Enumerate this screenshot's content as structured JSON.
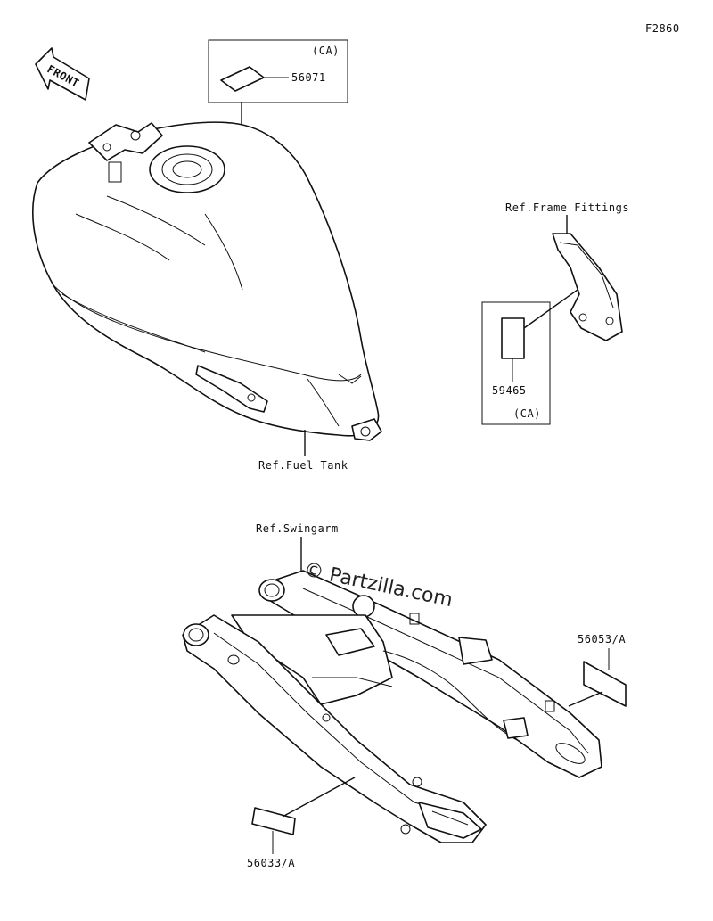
{
  "diagram": {
    "figure_id": "F2860",
    "front_label": "FRONT",
    "watermark": "© Partzilla.com",
    "parts": {
      "tank_label": {
        "note": "(CA)",
        "number": "56071"
      },
      "frame_label": {
        "number": "59465",
        "note": "(CA)"
      },
      "swingarm_label_right": {
        "number": "56053/A"
      },
      "swingarm_label_left": {
        "number": "56033/A"
      }
    },
    "references": {
      "fuel_tank": "Ref.Fuel Tank",
      "frame_fittings": "Ref.Frame Fittings",
      "swingarm": "Ref.Swingarm"
    }
  }
}
